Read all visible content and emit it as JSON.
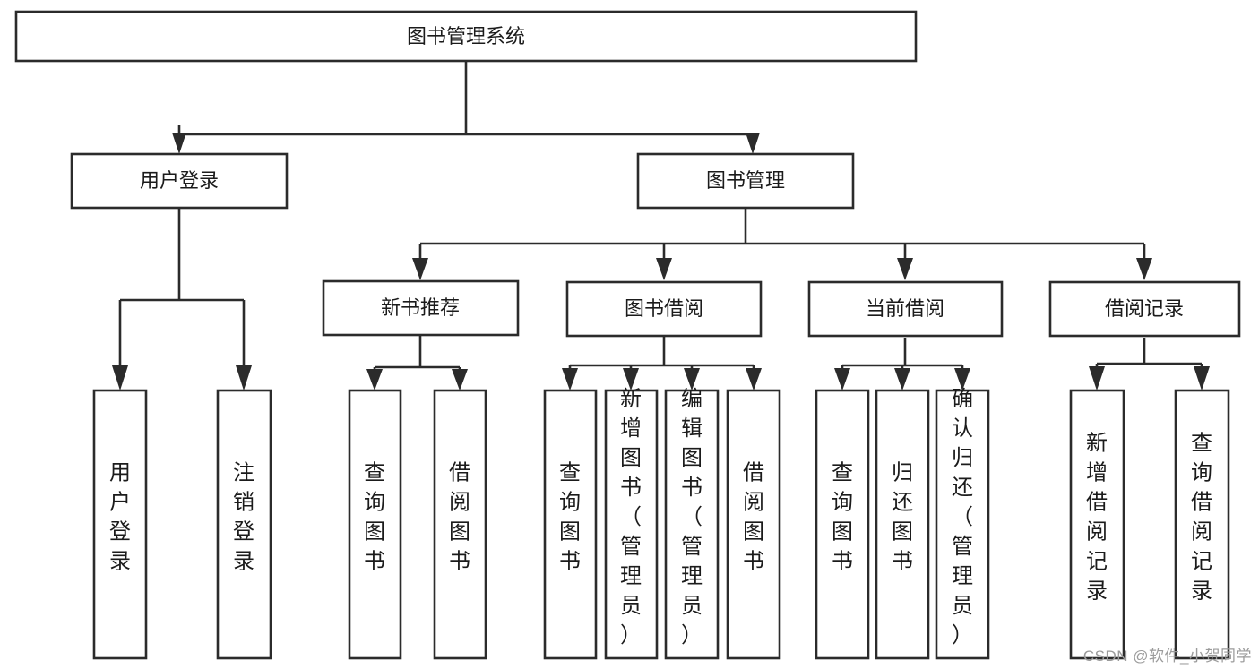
{
  "diagram": {
    "type": "tree-hierarchy",
    "title": "图书管理系统",
    "watermark": "CSDN @软件_小贺同学",
    "levels": {
      "root": {
        "label": "图书管理系统"
      },
      "level2": [
        {
          "label": "用户登录"
        },
        {
          "label": "图书管理"
        }
      ],
      "level3": [
        {
          "label": "新书推荐"
        },
        {
          "label": "图书借阅"
        },
        {
          "label": "当前借阅"
        },
        {
          "label": "借阅记录"
        }
      ],
      "leaves": [
        {
          "label": "用户登录",
          "parent": "用户登录"
        },
        {
          "label": "注销登录",
          "parent": "用户登录"
        },
        {
          "label": "查询图书",
          "parent": "新书推荐"
        },
        {
          "label": "借阅图书",
          "parent": "新书推荐"
        },
        {
          "label": "查询图书",
          "parent": "图书借阅"
        },
        {
          "label": "新增图书（管理员）",
          "parent": "图书借阅"
        },
        {
          "label": "编辑图书（管理员）",
          "parent": "图书借阅"
        },
        {
          "label": "借阅图书",
          "parent": "图书借阅"
        },
        {
          "label": "查询图书",
          "parent": "当前借阅"
        },
        {
          "label": "归还图书",
          "parent": "当前借阅"
        },
        {
          "label": "确认归还（管理员）",
          "parent": "当前借阅"
        },
        {
          "label": "新增借阅记录",
          "parent": "借阅记录"
        },
        {
          "label": "查询借阅记录",
          "parent": "借阅记录"
        }
      ]
    },
    "colors": {
      "stroke": "#2b2b2b",
      "fill": "#ffffff",
      "text": "#1b1b1b",
      "watermark": "#9b9b9b"
    }
  }
}
